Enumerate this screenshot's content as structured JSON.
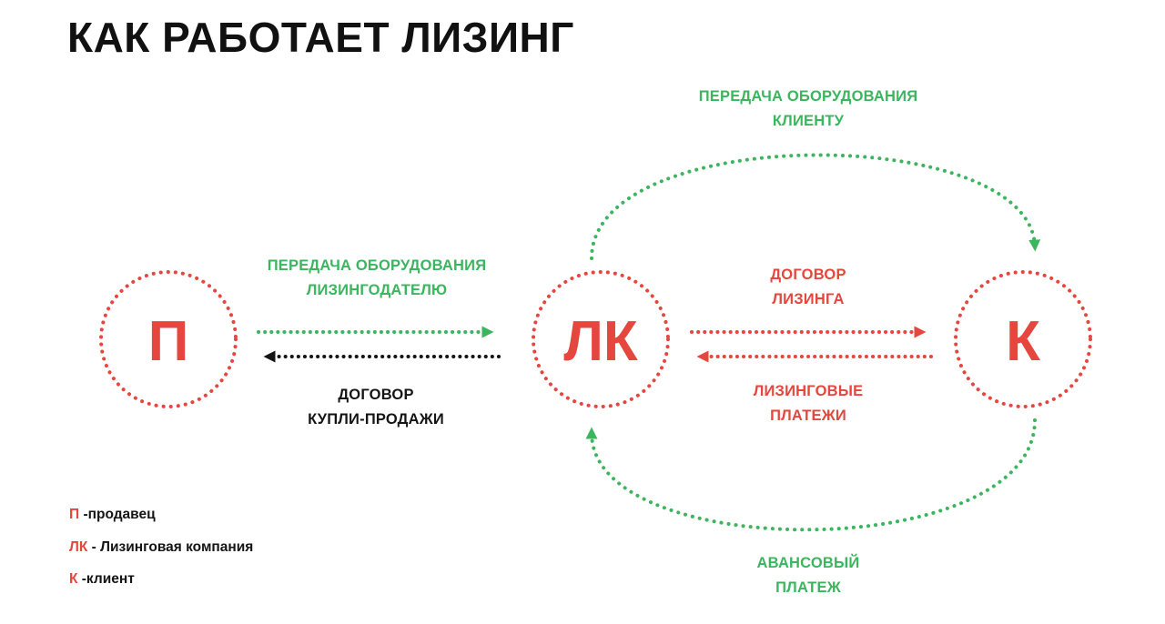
{
  "title": "КАК РАБОТАЕТ ЛИЗИНГ",
  "nodes": {
    "seller": "П",
    "leasing_company": "ЛК",
    "client": "К"
  },
  "labels": {
    "transfer_to_lessor": [
      "ПЕРЕДАЧА ОБОРУДОВАНИЯ",
      "ЛИЗИНГОДАТЕЛЮ"
    ],
    "purchase_contract": [
      "ДОГОВОР",
      "КУПЛИ-ПРОДАЖИ"
    ],
    "transfer_to_client": [
      "ПЕРЕДАЧА ОБОРУДОВАНИЯ",
      "КЛИЕНТУ"
    ],
    "leasing_contract": [
      "ДОГОВОР",
      "ЛИЗИНГА"
    ],
    "leasing_payments": [
      "ЛИЗИНГОВЫЕ",
      "ПЛАТЕЖИ"
    ],
    "advance_payment": [
      "АВАНСОВЫЙ",
      "ПЛАТЕЖ"
    ]
  },
  "legend": [
    {
      "key": "П",
      "text": " -продавец"
    },
    {
      "key": "ЛК",
      "text": " - Лизинговая компания"
    },
    {
      "key": "К",
      "text": " -клиент"
    }
  ],
  "colors": {
    "red": "#e5463d",
    "green": "#3cb55f",
    "black": "#151515"
  }
}
